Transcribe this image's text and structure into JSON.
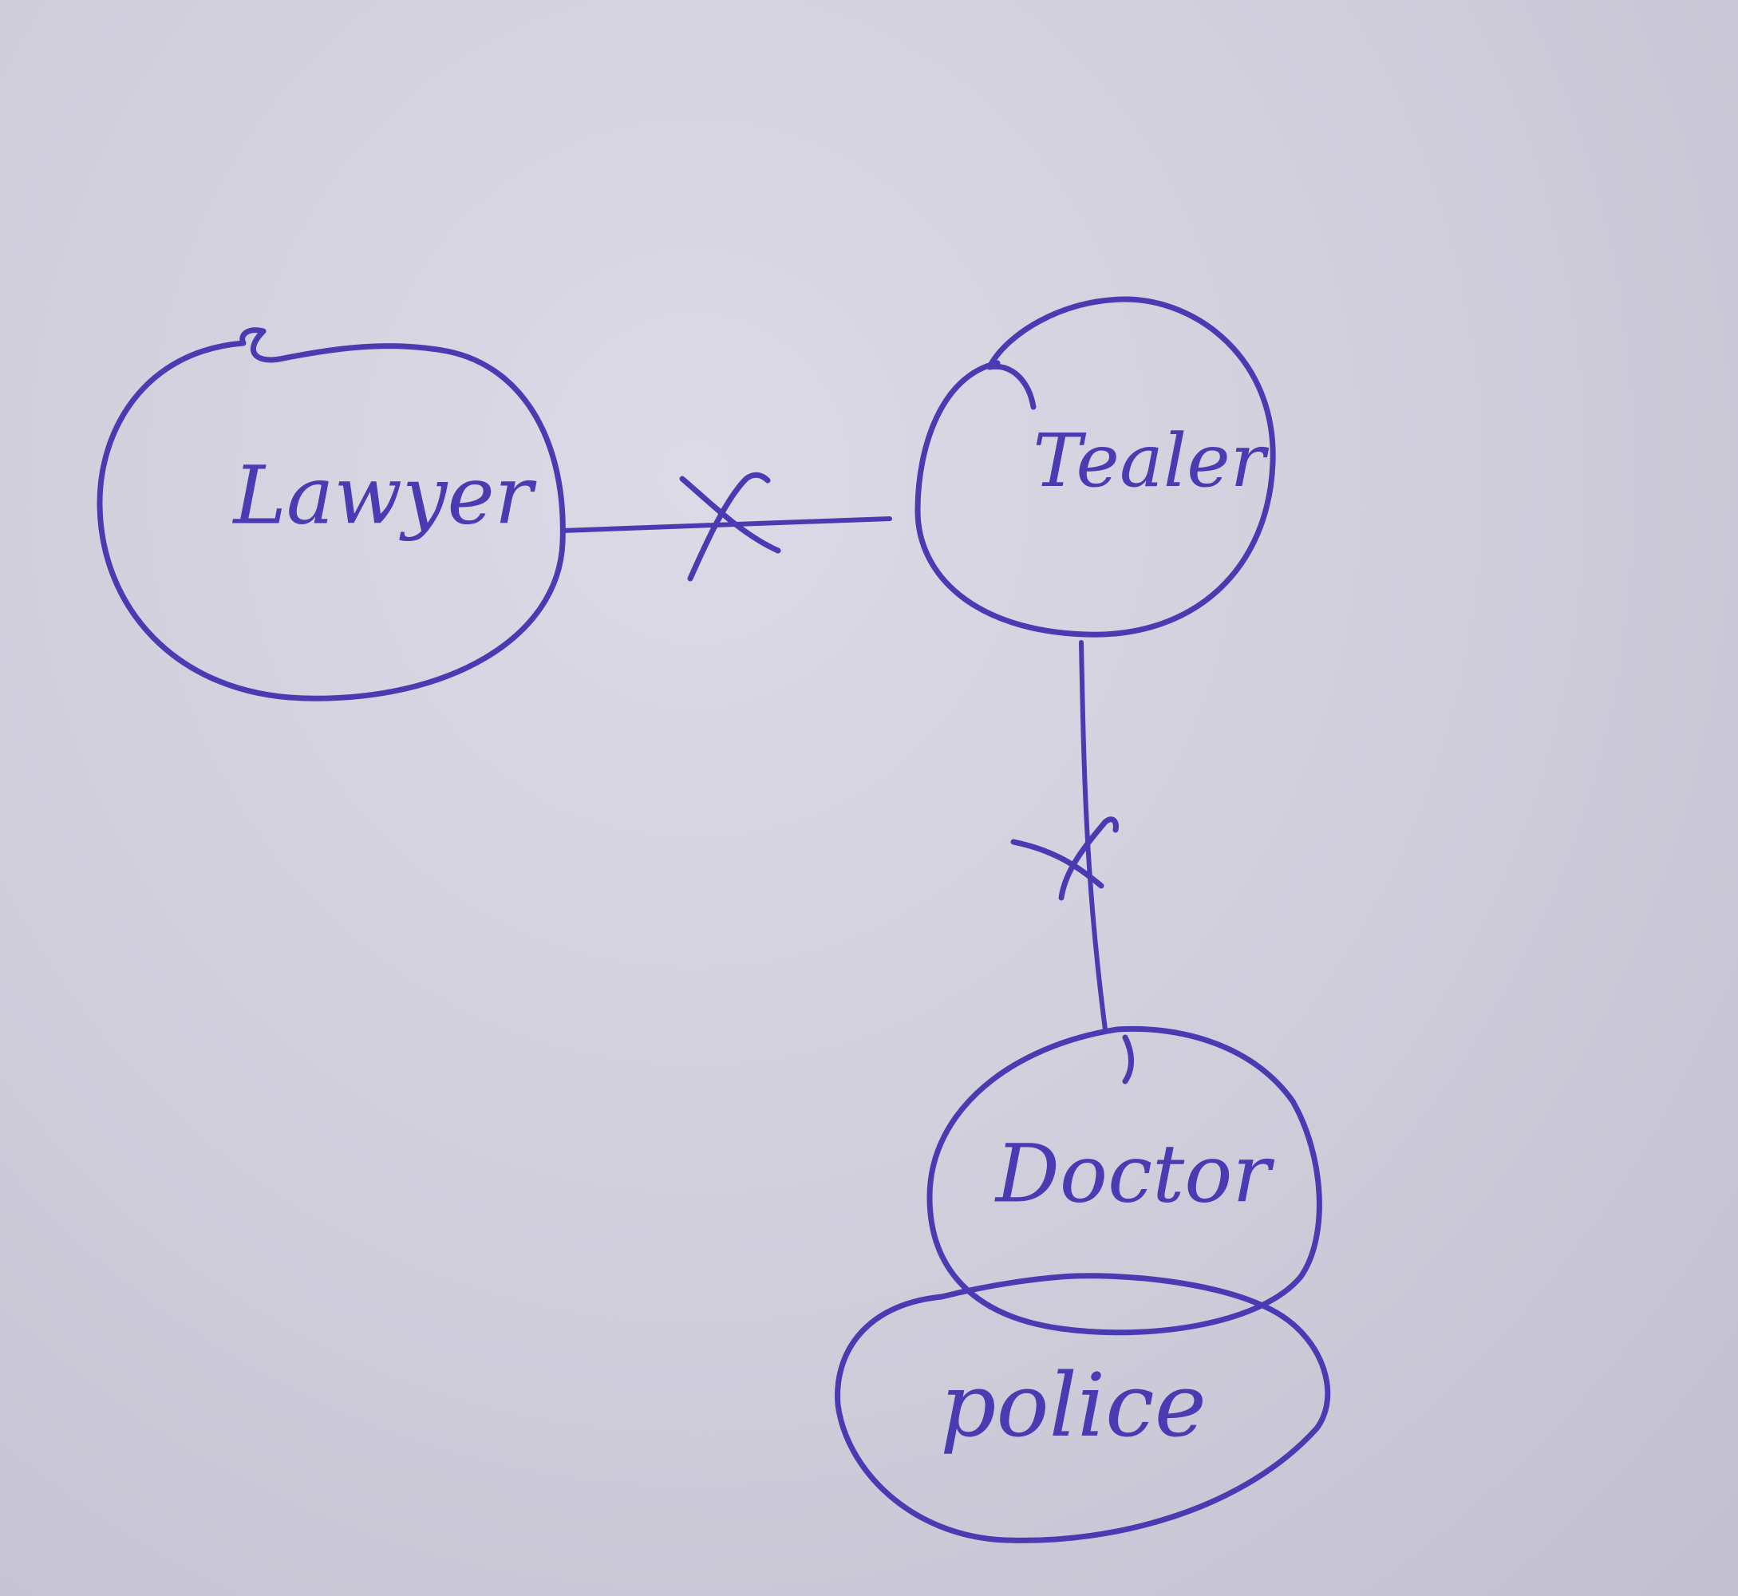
{
  "diagram": {
    "ink_color": "#4b3bb3",
    "paper_color": "#cfcdda",
    "nodes": [
      {
        "id": "lawyer",
        "label": "Lawyer"
      },
      {
        "id": "teacher",
        "label": "Tealer"
      },
      {
        "id": "doctor",
        "label": "Doctor"
      },
      {
        "id": "police",
        "label": "police"
      }
    ],
    "edges": [
      {
        "from": "lawyer",
        "to": "teacher",
        "marker": "cross"
      },
      {
        "from": "teacher",
        "to": "doctor",
        "marker": "cross"
      }
    ],
    "overlaps": [
      {
        "a": "doctor",
        "b": "police"
      }
    ]
  }
}
